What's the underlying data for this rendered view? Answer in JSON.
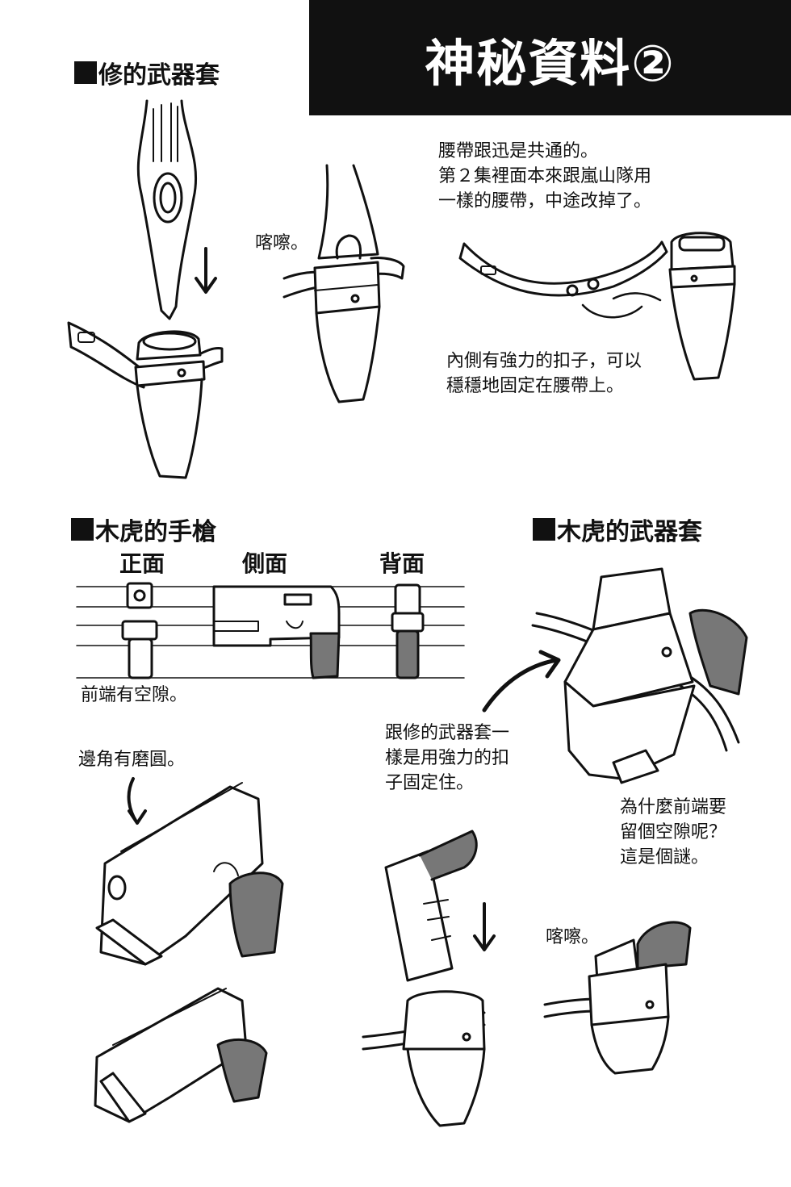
{
  "banner": {
    "title": "神秘資料②"
  },
  "sections": {
    "shu_holster": {
      "heading": "修的武器套"
    },
    "mu_pistol": {
      "heading": "木虎的手槍"
    },
    "mu_holster": {
      "heading": "木虎的武器套"
    }
  },
  "views": {
    "front": "正面",
    "side": "側面",
    "back": "背面"
  },
  "notes": {
    "click_1": "喀嚓。",
    "belt_line1": "腰帶跟迅是共通的。",
    "belt_line2": "第２集裡面本來跟嵐山隊用",
    "belt_line3": "一樣的腰帶，中途改掉了。",
    "clasp_line1": "內側有強力的扣子，可以",
    "clasp_line2": "穩穩地固定在腰帶上。",
    "gap": "前端有空隙。",
    "rounded": "邊角有磨圓。",
    "same_line1": "跟修的武器套一",
    "same_line2": "樣是用強力的扣",
    "same_line3": "子固定住。",
    "why_line1": "為什麼前端要",
    "why_line2": "留個空隙呢？",
    "why_line3": "這是個謎。",
    "click_2": "喀嚓。"
  }
}
